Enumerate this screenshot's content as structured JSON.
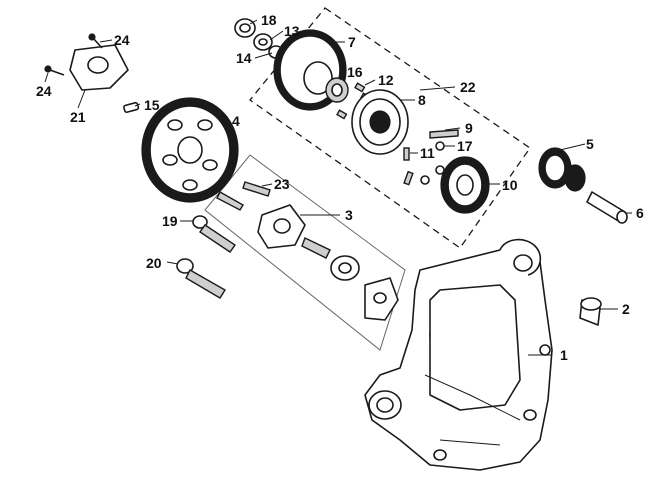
{
  "diagram": {
    "callouts": [
      {
        "id": "c1",
        "text": "1"
      },
      {
        "id": "c2",
        "text": "2"
      },
      {
        "id": "c3",
        "text": "3"
      },
      {
        "id": "c4",
        "text": "4"
      },
      {
        "id": "c5",
        "text": "5"
      },
      {
        "id": "c6",
        "text": "6"
      },
      {
        "id": "c7",
        "text": "7"
      },
      {
        "id": "c8",
        "text": "8"
      },
      {
        "id": "c9",
        "text": "9"
      },
      {
        "id": "c10",
        "text": "10"
      },
      {
        "id": "c11",
        "text": "11"
      },
      {
        "id": "c12",
        "text": "12"
      },
      {
        "id": "c13",
        "text": "13"
      },
      {
        "id": "c14",
        "text": "14"
      },
      {
        "id": "c15",
        "text": "15"
      },
      {
        "id": "c16",
        "text": "16"
      },
      {
        "id": "c17",
        "text": "17"
      },
      {
        "id": "c18",
        "text": "18"
      },
      {
        "id": "c19",
        "text": "19"
      },
      {
        "id": "c20",
        "text": "20"
      },
      {
        "id": "c21",
        "text": "21"
      },
      {
        "id": "c22",
        "text": "22"
      },
      {
        "id": "c23",
        "text": "23"
      },
      {
        "id": "c24a",
        "text": "24"
      },
      {
        "id": "c24b",
        "text": "24"
      }
    ]
  }
}
